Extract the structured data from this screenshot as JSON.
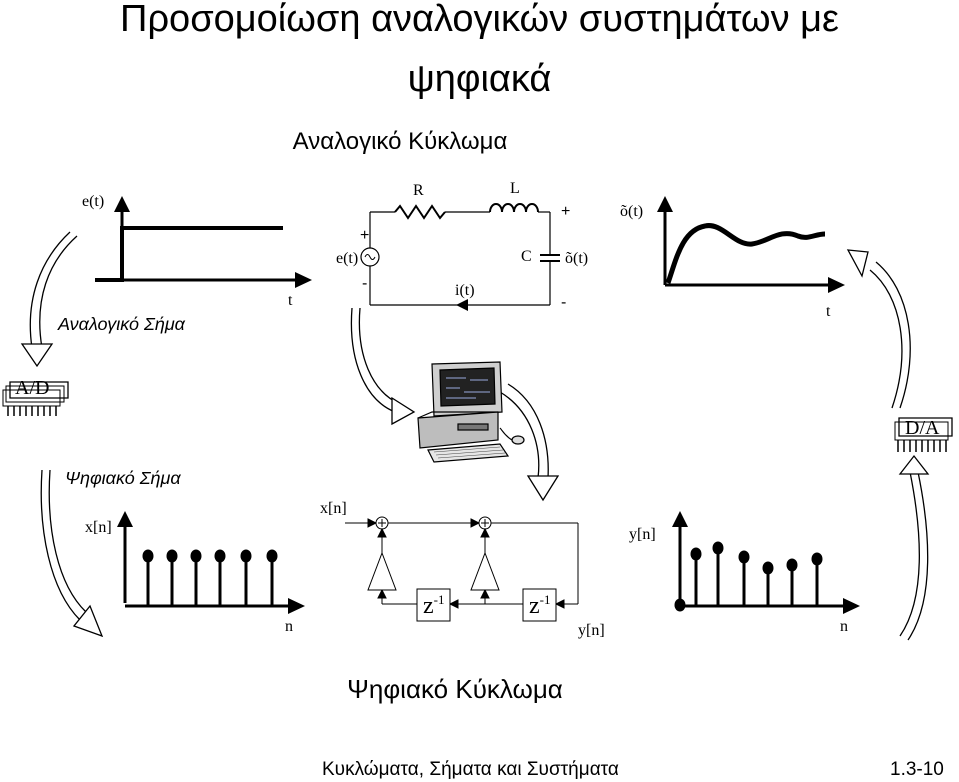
{
  "title_line1": "Προσομοίωση αναλογικών συστημάτων με",
  "title_line2": "ψηφιακά",
  "analog_circuit_title": "Αναλογικό Κύκλωμα",
  "analog_signal_label": "Αναλογικό Σήμα",
  "digital_signal_label": "Ψηφιακό Σήμα",
  "digital_circuit_title": "Ψηφιακό Κύκλωμα",
  "footer_text": "Κυκλώματα, Σήματα και Συστήματα",
  "page_number": "1.3-10",
  "input_plot": {
    "ylabel": "e(t)",
    "xlabel": "t"
  },
  "output_plot": {
    "ylabel": "õ(t)",
    "xlabel": "t"
  },
  "circuit": {
    "R": "R",
    "L": "L",
    "C": "C",
    "source": "e(t)",
    "current": "i(t)",
    "out": "õ(t)",
    "plus": "+",
    "minus": "-"
  },
  "ad_chip": "A/D",
  "da_chip": "D/A",
  "xn_plot": {
    "ylabel": "x[n]",
    "xlabel": "n"
  },
  "yn_plot": {
    "ylabel": "y[n]",
    "xlabel": "n"
  },
  "filter": {
    "input": "x[n]",
    "output": "y[n]",
    "z1": "z",
    "z2": "z",
    "exp": "-1"
  }
}
